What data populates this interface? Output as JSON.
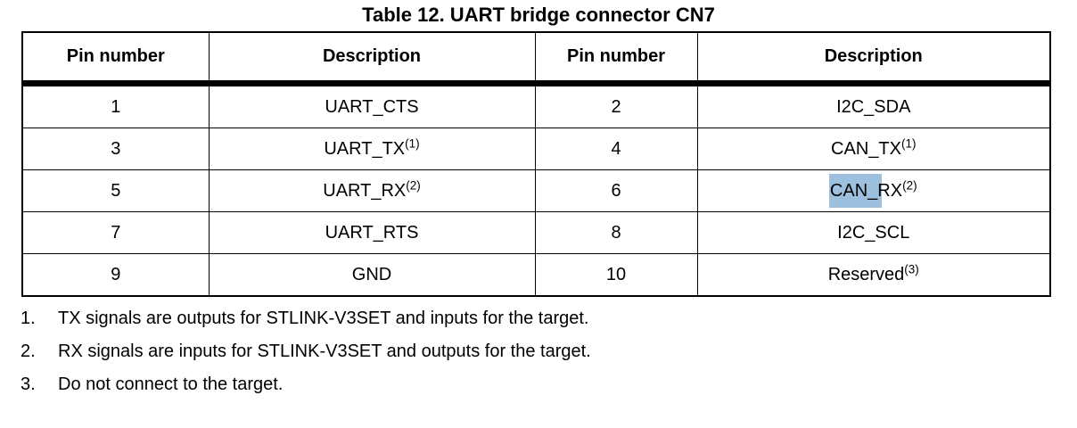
{
  "title": "Table 12. UART bridge connector CN7",
  "colors": {
    "background": "#ffffff",
    "text": "#000000",
    "border": "#000000",
    "selection_highlight": "#9cc0de"
  },
  "table": {
    "headers": [
      "Pin number",
      "Description",
      "Pin number",
      "Description"
    ],
    "rows": [
      {
        "cells": [
          {
            "text": "1"
          },
          {
            "text": "UART_CTS"
          },
          {
            "text": "2"
          },
          {
            "text": "I2C_SDA"
          }
        ]
      },
      {
        "cells": [
          {
            "text": "3"
          },
          {
            "text": "UART_TX",
            "sup": "(1)"
          },
          {
            "text": "4"
          },
          {
            "text": "CAN_TX",
            "sup": "(1)"
          }
        ]
      },
      {
        "cells": [
          {
            "text": "5"
          },
          {
            "text": "UART_RX",
            "sup": "(2)"
          },
          {
            "text": "6"
          },
          {
            "text": "CAN_RX",
            "sup": "(2)",
            "highlight": "CAN_"
          }
        ]
      },
      {
        "cells": [
          {
            "text": "7"
          },
          {
            "text": "UART_RTS"
          },
          {
            "text": "8"
          },
          {
            "text": "I2C_SCL"
          }
        ]
      },
      {
        "cells": [
          {
            "text": "9"
          },
          {
            "text": "GND"
          },
          {
            "text": "10"
          },
          {
            "text": "Reserved",
            "sup": "(3)"
          }
        ]
      }
    ]
  },
  "footnotes": [
    {
      "num": "1.",
      "text": "TX signals are outputs for STLINK-V3SET and inputs for the target."
    },
    {
      "num": "2.",
      "text": "RX signals are inputs for STLINK-V3SET and outputs for the target."
    },
    {
      "num": "3.",
      "text": "Do not connect to the target."
    }
  ]
}
